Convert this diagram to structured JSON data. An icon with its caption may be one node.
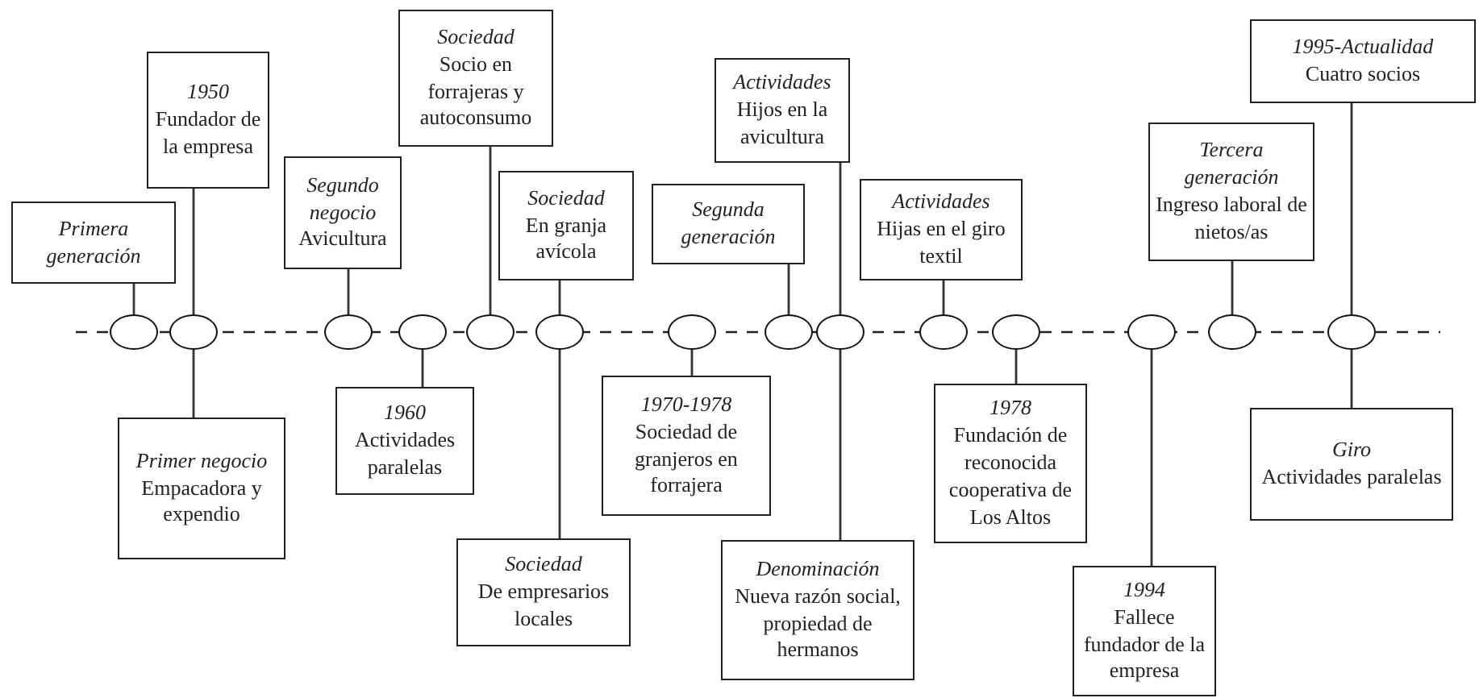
{
  "diagram": {
    "nodes": [
      {
        "text": [
          "Primera generación"
        ]
      },
      {
        "text": [
          "1950",
          "Fundador de la empresa"
        ]
      },
      {
        "text": [
          "Primer negocio",
          "Empacadora y expendio"
        ]
      },
      {
        "text": [
          "Segundo negocio",
          "Avicultura"
        ]
      },
      {
        "text": [
          "1960",
          "Actividades paralelas"
        ]
      },
      {
        "text": [
          "Sociedad",
          "Socio en forrajeras y autoconsumo"
        ]
      },
      {
        "text": [
          "Sociedad",
          "En granja avícola"
        ]
      },
      {
        "text": [
          "Sociedad",
          "De empresarios locales"
        ]
      },
      {
        "text": [
          "Segunda generación"
        ]
      },
      {
        "text": [
          "1970-1978",
          "Sociedad de granjeros en forrajera"
        ]
      },
      {
        "text": [
          "Actividades",
          "Hijos en la avicultura"
        ]
      },
      {
        "text": [
          "Denominación",
          "Nueva razón social, propiedad de hermanos"
        ]
      },
      {
        "text": [
          "Actividades",
          "Hijas en el giro textil"
        ]
      },
      {
        "text": [
          "1978",
          "Fundación de reconocida cooperativa de Los Altos"
        ]
      },
      {
        "text": [
          "1994",
          "Fallece fundador de la empresa"
        ]
      },
      {
        "text": [
          "Tercera generación",
          "Ingreso laboral de nietos/as"
        ]
      },
      {
        "text": [
          "1995-Actualidad",
          "Cuatro socios"
        ]
      },
      {
        "text": [
          "Giro",
          "Actividades paralelas"
        ]
      },
      {
        "text": [],
        "shape": "circle"
      },
      {
        "text": [],
        "shape": "circle"
      },
      {
        "text": [],
        "shape": "circle"
      },
      {
        "text": [],
        "shape": "circle"
      },
      {
        "text": [],
        "shape": "circle"
      },
      {
        "text": [],
        "shape": "circle"
      },
      {
        "text": [],
        "shape": "circle"
      },
      {
        "text": [],
        "shape": "circle"
      },
      {
        "text": [],
        "shape": "circle"
      },
      {
        "text": [],
        "shape": "circle"
      },
      {
        "text": [],
        "shape": "circle"
      },
      {
        "text": [],
        "shape": "circle"
      },
      {
        "text": [],
        "shape": "circle"
      },
      {
        "text": [],
        "shape": "circle"
      }
    ],
    "edges": [
      {
        "from": 0,
        "to": 18,
        "arrow": "none"
      },
      {
        "from": 1,
        "to": 19,
        "arrow": "none"
      },
      {
        "from": 2,
        "to": 19,
        "arrow": "none"
      },
      {
        "from": 3,
        "to": 20,
        "arrow": "none"
      },
      {
        "from": 4,
        "to": 21,
        "arrow": "none"
      },
      {
        "from": 5,
        "to": 22,
        "arrow": "none"
      },
      {
        "from": 6,
        "to": 23,
        "arrow": "none"
      },
      {
        "from": 7,
        "to": 23,
        "arrow": "none"
      },
      {
        "from": 8,
        "to": 25,
        "arrow": "none"
      },
      {
        "from": 9,
        "to": 24,
        "arrow": "none"
      },
      {
        "from": 10,
        "to": 26,
        "arrow": "none"
      },
      {
        "from": 11,
        "to": 26,
        "arrow": "none"
      },
      {
        "from": 12,
        "to": 27,
        "arrow": "none"
      },
      {
        "from": 13,
        "to": 28,
        "arrow": "none"
      },
      {
        "from": 14,
        "to": 29,
        "arrow": "none"
      },
      {
        "from": 15,
        "to": 30,
        "arrow": "none"
      },
      {
        "from": 16,
        "to": 31,
        "arrow": "none"
      },
      {
        "from": 17,
        "to": 31,
        "arrow": "none"
      }
    ]
  }
}
